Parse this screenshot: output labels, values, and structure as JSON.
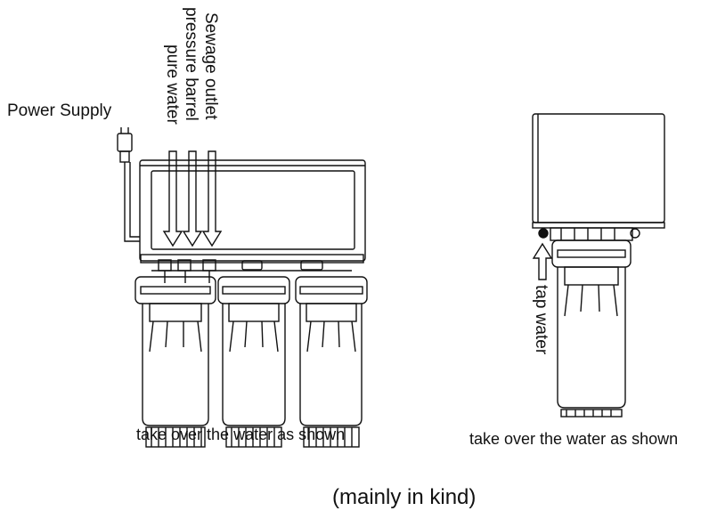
{
  "labels": {
    "power_supply": "Power Supply",
    "sewage_outlet": "Sewage outlet",
    "pressure_barrel": "pressure barrel",
    "pure_water": "pure water",
    "tap_water": "tap water",
    "caption_left": "take over the water as shown",
    "caption_right": "take over the water as shown",
    "footer": "(mainly in kind)"
  },
  "colors": {
    "line": "#111111",
    "background": "#ffffff"
  },
  "icons": [
    "power-plug-icon",
    "arrow-down-icon",
    "arrow-up-icon"
  ]
}
